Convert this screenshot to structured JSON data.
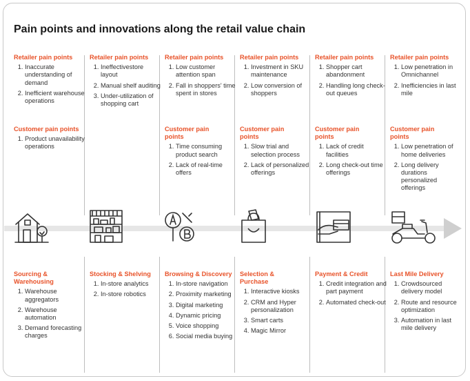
{
  "title": "Pain points and innovations along the retail value chain",
  "columns": [
    {
      "retailer_header": "Retailer pain points",
      "retailer_points": [
        "Inaccurate understanding of demand",
        "Inefficient warehouse operations"
      ],
      "customer_header": "Customer pain points",
      "customer_points": [
        "Product unavailability operations"
      ],
      "icon": "warehouse-house-icon",
      "stage": "Sourcing & Warehousing",
      "innovations": [
        "Warehouse aggregators",
        "Warehouse automation",
        "Demand forecasting charges"
      ]
    },
    {
      "retailer_header": "Retailer pain points",
      "retailer_points": [
        "Ineffectivestore layout",
        "Manual shelf auditing",
        "Under-utilization of shopping cart"
      ],
      "customer_header": "",
      "customer_points": [],
      "icon": "store-shelf-icon",
      "stage": "Stocking & Shelving",
      "innovations": [
        "In-store analytics",
        "In-store robotics"
      ]
    },
    {
      "retailer_header": "Retailer pain points",
      "retailer_points": [
        "Low customer attention span",
        "Fall in shoppers' time spent in stores"
      ],
      "customer_header": "Customer pain points",
      "customer_points": [
        "Time consuming product search",
        "Lack of real-time offers"
      ],
      "icon": "magnifier-ab-icon",
      "stage": "Browsing & Discovery",
      "innovations": [
        "In-store navigation",
        "Proximity marketing",
        "Digital marketing",
        "Dynamic pricing",
        "Voice shopping",
        "Social media buying"
      ]
    },
    {
      "retailer_header": "Retailer pain points",
      "retailer_points": [
        "Investment in SKU maintenance",
        "Low conversion of shoppers"
      ],
      "customer_header": "Customer pain points",
      "customer_points": [
        "Slow trial and selection process",
        "Lack of personalized offerings"
      ],
      "icon": "shopping-bag-icon",
      "stage": "Selection & Purchase",
      "innovations": [
        "Interactive kiosks",
        "CRM and Hyper personalization",
        "Smart carts",
        "Magic Mirror"
      ]
    },
    {
      "retailer_header": "Retailer pain points",
      "retailer_points": [
        "Shopper cart abandonment",
        "Handling long check-out queues"
      ],
      "customer_header": "Customer pain points",
      "customer_points": [
        "Lack of credit facilities",
        "Long check-out time offerings"
      ],
      "icon": "card-payment-icon",
      "stage": "Payment & Credit",
      "innovations": [
        "Credit integration and part payment",
        "Automated check-out"
      ]
    },
    {
      "retailer_header": "Retailer pain points",
      "retailer_points": [
        "Low penetration in Omnichannel",
        "Inefficiencies in last mile"
      ],
      "customer_header": "Customer pain points",
      "customer_points": [
        "Low penetration of home deliveries",
        "Long delivery durations personalized offerings"
      ],
      "icon": "delivery-scooter-icon",
      "stage": "Last Mile Delivery",
      "innovations": [
        "Crowdsourced delivery model",
        "Route and resource optimization",
        "Automation in last mile delivery"
      ]
    }
  ],
  "colors": {
    "accent": "#e8532a",
    "text": "#333333",
    "band": "#e6e6e6",
    "icon": "#333333"
  }
}
